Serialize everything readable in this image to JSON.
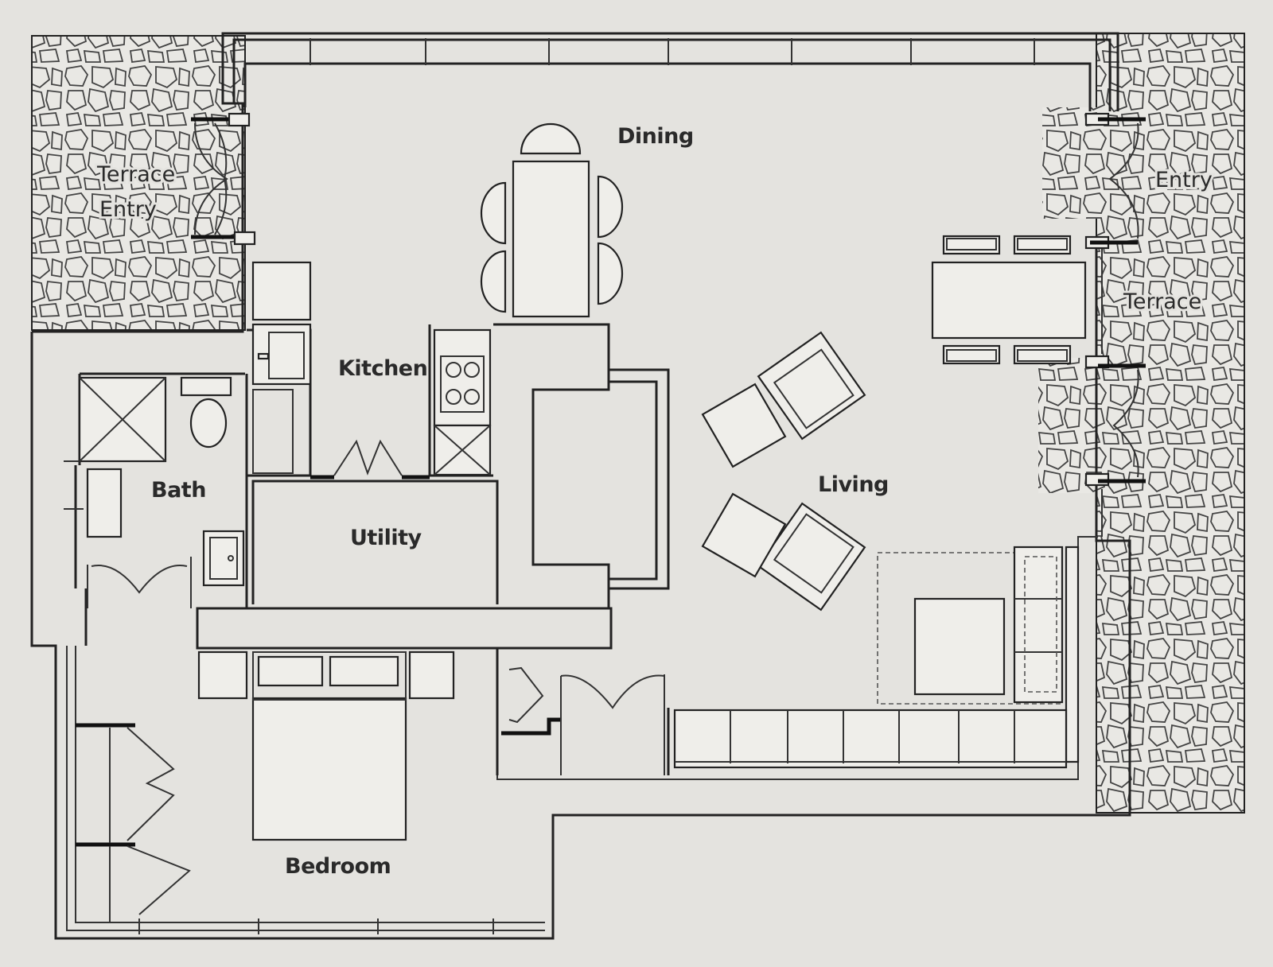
{
  "plan": {
    "rooms": {
      "dining": "Dining",
      "kitchen": "Kitchen",
      "bath": "Bath",
      "utility": "Utility",
      "living": "Living",
      "bedroom": "Bedroom"
    },
    "terraces": {
      "left_line1": "Terrace",
      "left_line2": "Entry",
      "right_entry": "Entry",
      "right_terrace": "Terrace"
    }
  }
}
